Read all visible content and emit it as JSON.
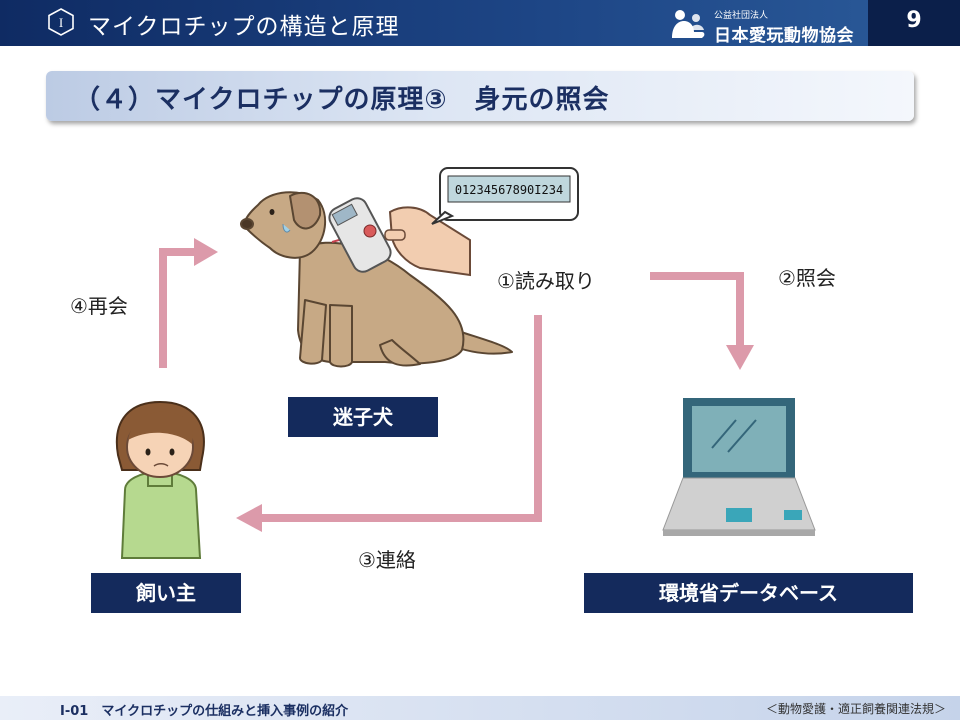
{
  "header": {
    "section_badge": "I",
    "title": "マイクロチップの構造と原理",
    "org_sub": "公益社団法人",
    "org_main": "日本愛玩動物協会",
    "page_number": "9"
  },
  "banner": {
    "title": "（４）マイクロチップの原理③　身元の照会"
  },
  "reader_display": "01234567890I234",
  "steps": {
    "read": "①読み取り",
    "query": "②照会",
    "contact": "③連絡",
    "reunite": "④再会"
  },
  "boxes": {
    "dog": "迷子犬",
    "owner": "飼い主",
    "database": "環境省データベース"
  },
  "footer": {
    "left": "I-01　マイクロチップの仕組みと挿入事例の紹介",
    "right": "＜動物愛護・適正飼養関連法規＞"
  },
  "colors": {
    "arrow": "#dc9aaa",
    "navy": "#142a5c",
    "header": "#1d4585"
  }
}
